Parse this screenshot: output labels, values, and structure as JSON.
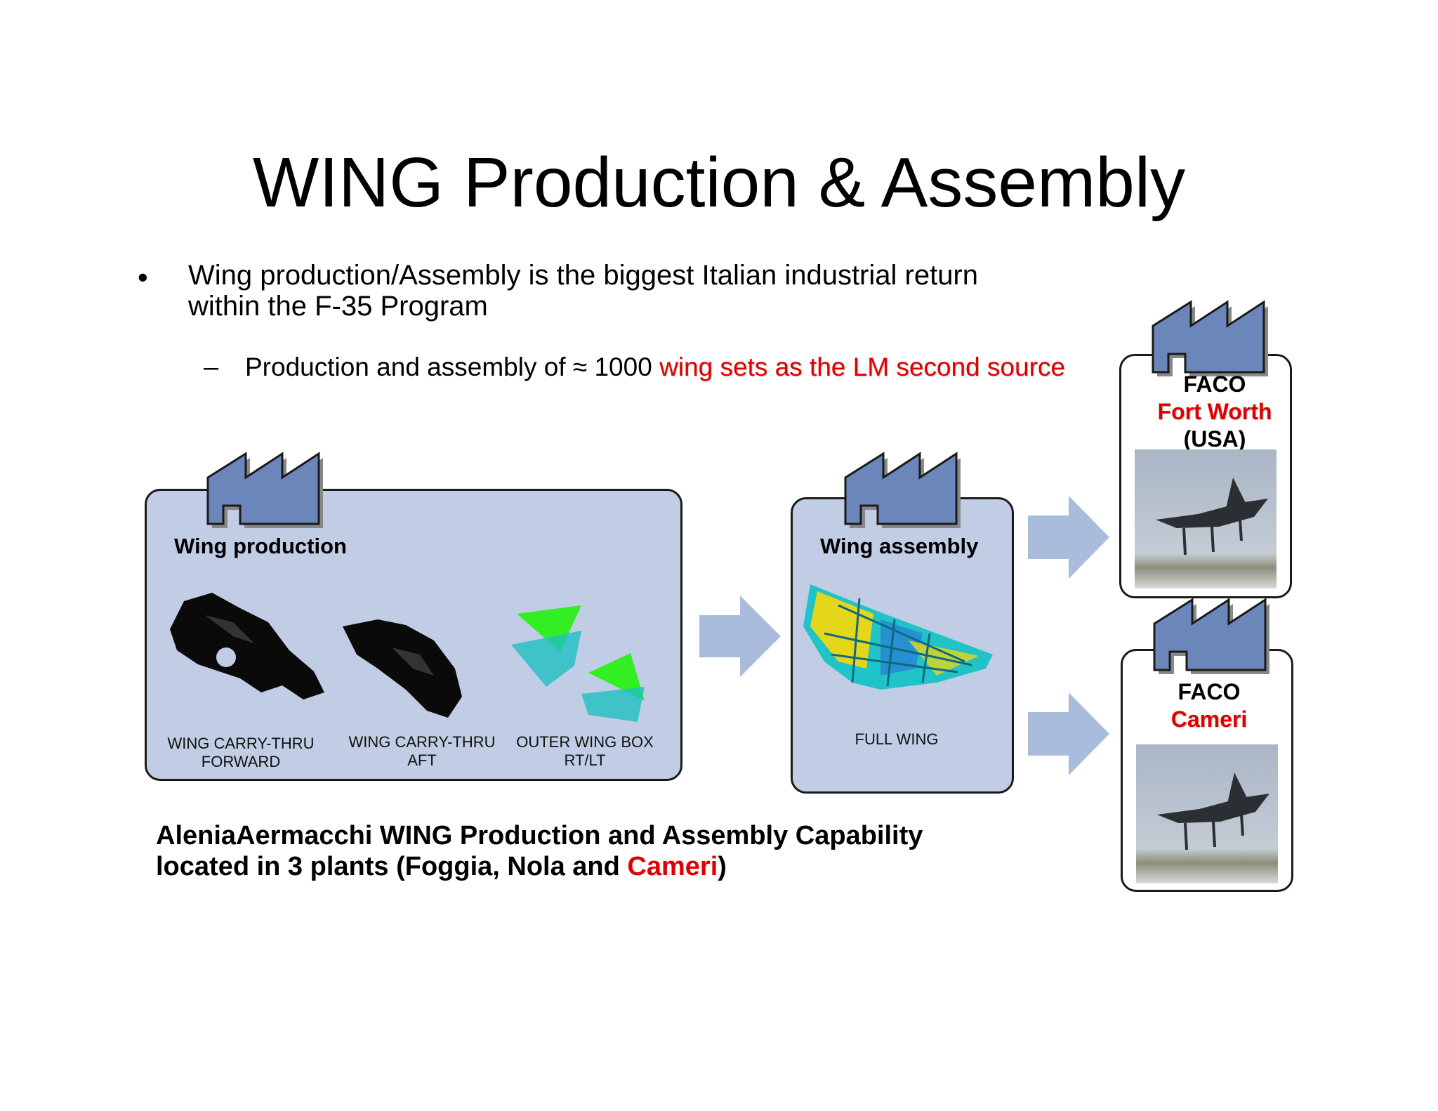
{
  "slide": {
    "title": "WING Production & Assembly",
    "bullet": {
      "marker": "•",
      "text_line1": "Wing production/Assembly is the biggest Italian industrial return",
      "text_line2": "within the F-35 Program"
    },
    "sub_bullet": {
      "marker": "–",
      "text_plain": "Production and assembly of ≈ 1000 ",
      "text_red": "wing sets as the LM second source"
    }
  },
  "wing_production": {
    "label": "Wing production",
    "parts": [
      {
        "line1": "WING CARRY-THRU",
        "line2": "FORWARD"
      },
      {
        "line1": "WING CARRY-THRU",
        "line2": "AFT"
      },
      {
        "line1": "OUTER WING BOX",
        "line2": "RT/LT"
      }
    ]
  },
  "wing_assembly": {
    "label": "Wing assembly",
    "part": "FULL WING"
  },
  "faco": [
    {
      "label": "FACO",
      "location": "Fort Worth",
      "country": "(USA)"
    },
    {
      "label": "FACO",
      "location": "Cameri",
      "country": ""
    }
  ],
  "footer": {
    "line1": "AleniaAermacchi WING Production and Assembly Capability",
    "line2_plain": "located in 3 plants (Foggia, Nola and ",
    "line2_red": "Cameri",
    "line2_end": ")"
  },
  "colors": {
    "panel_fill": "#c0cde4",
    "factory_fill": "#6b86bb",
    "arrow_fill": "#aabcdc",
    "highlight_red": "#e00000"
  },
  "icons": [
    "factory-icon",
    "arrow-right-icon"
  ]
}
